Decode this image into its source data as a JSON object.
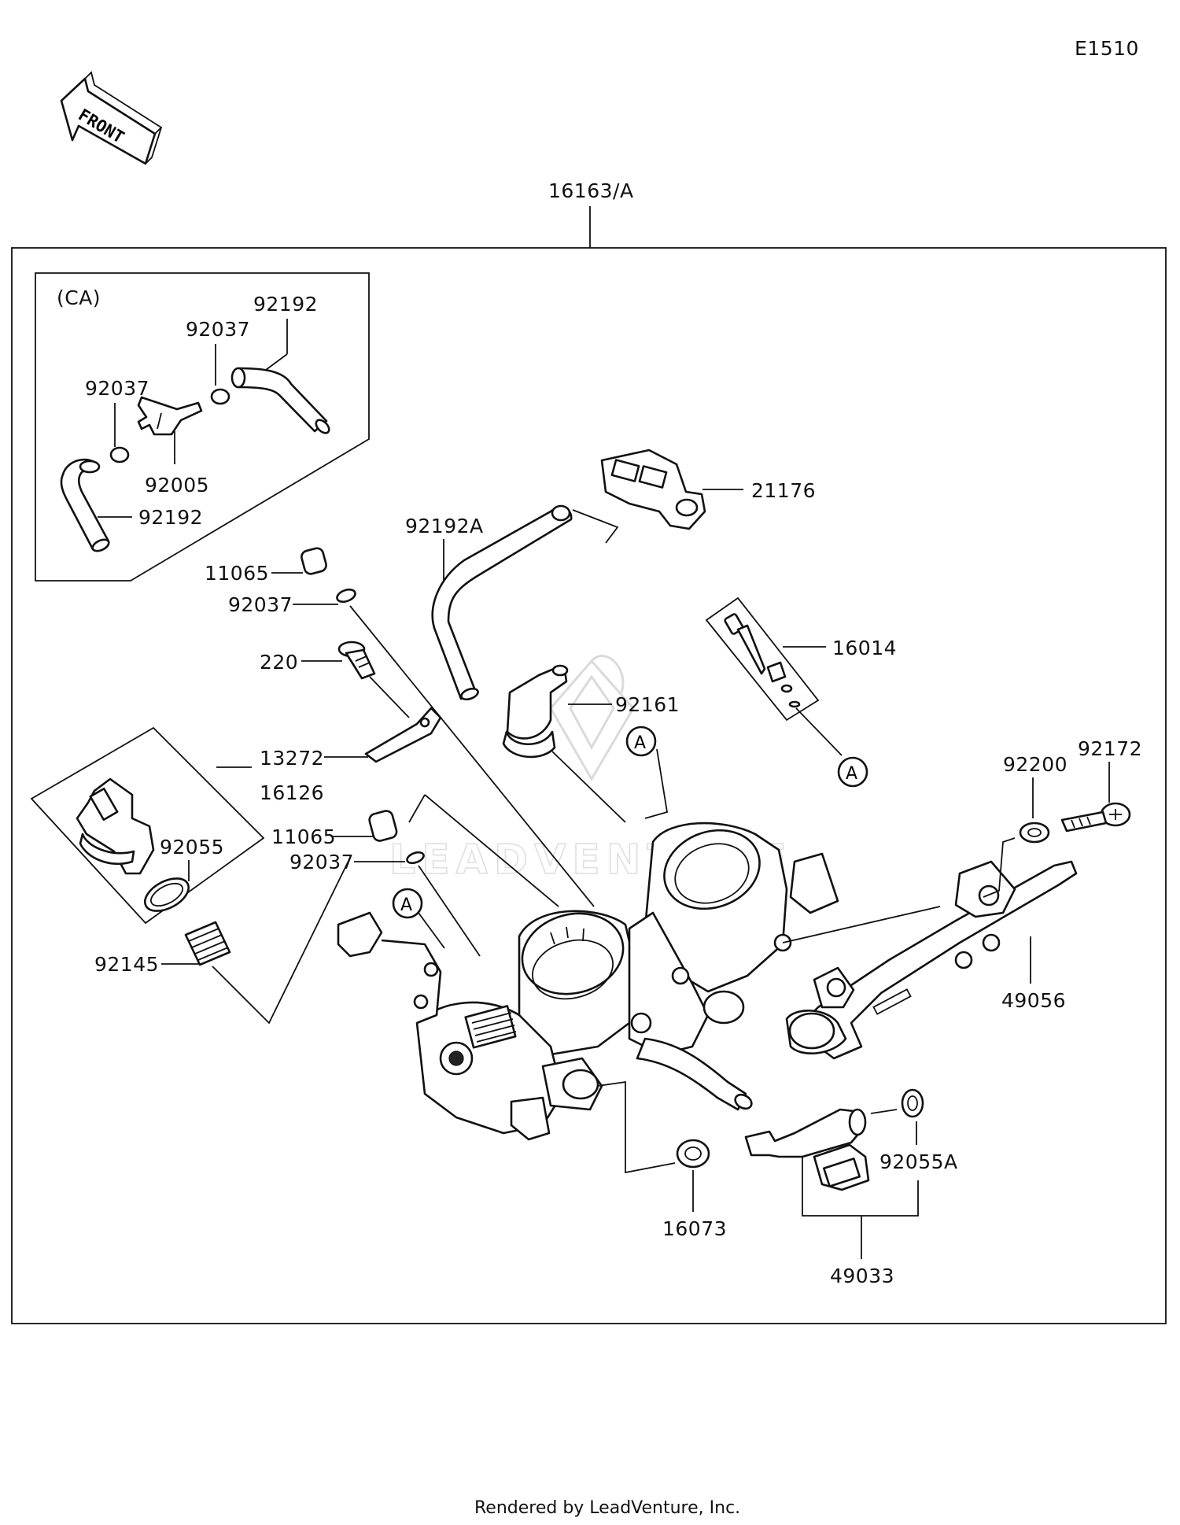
{
  "diagram_code": "E1510",
  "front_arrow_label": "FRONT",
  "assembly_label": "16163/A",
  "inset_variant_label": "(CA)",
  "inset_callouts": {
    "hose_upper": "92192",
    "clip_upper": "92037",
    "clip_left": "92037",
    "fitting": "92005",
    "hose_lower": "92192"
  },
  "callouts": {
    "sensor": "21176",
    "hose_a": "92192A",
    "cap_upper": "11065",
    "clip_upper": "92037",
    "screw": "220",
    "plate": "13272",
    "idle_actuator": "16126",
    "oring_idle": "92055",
    "cap_lower": "11065",
    "clip_lower": "92037",
    "spring": "92145",
    "pilot_screw_kit": "16014",
    "nipple": "92161",
    "washer": "92200",
    "bolt": "92172",
    "fuel_rail": "49056",
    "injector_oring": "92055A",
    "gasket": "16073",
    "injector": "49033"
  },
  "connector_markers": [
    "A",
    "A",
    "A"
  ],
  "watermark_text": "LEADVENTURE",
  "footer_text": "Rendered by LeadVenture, Inc."
}
